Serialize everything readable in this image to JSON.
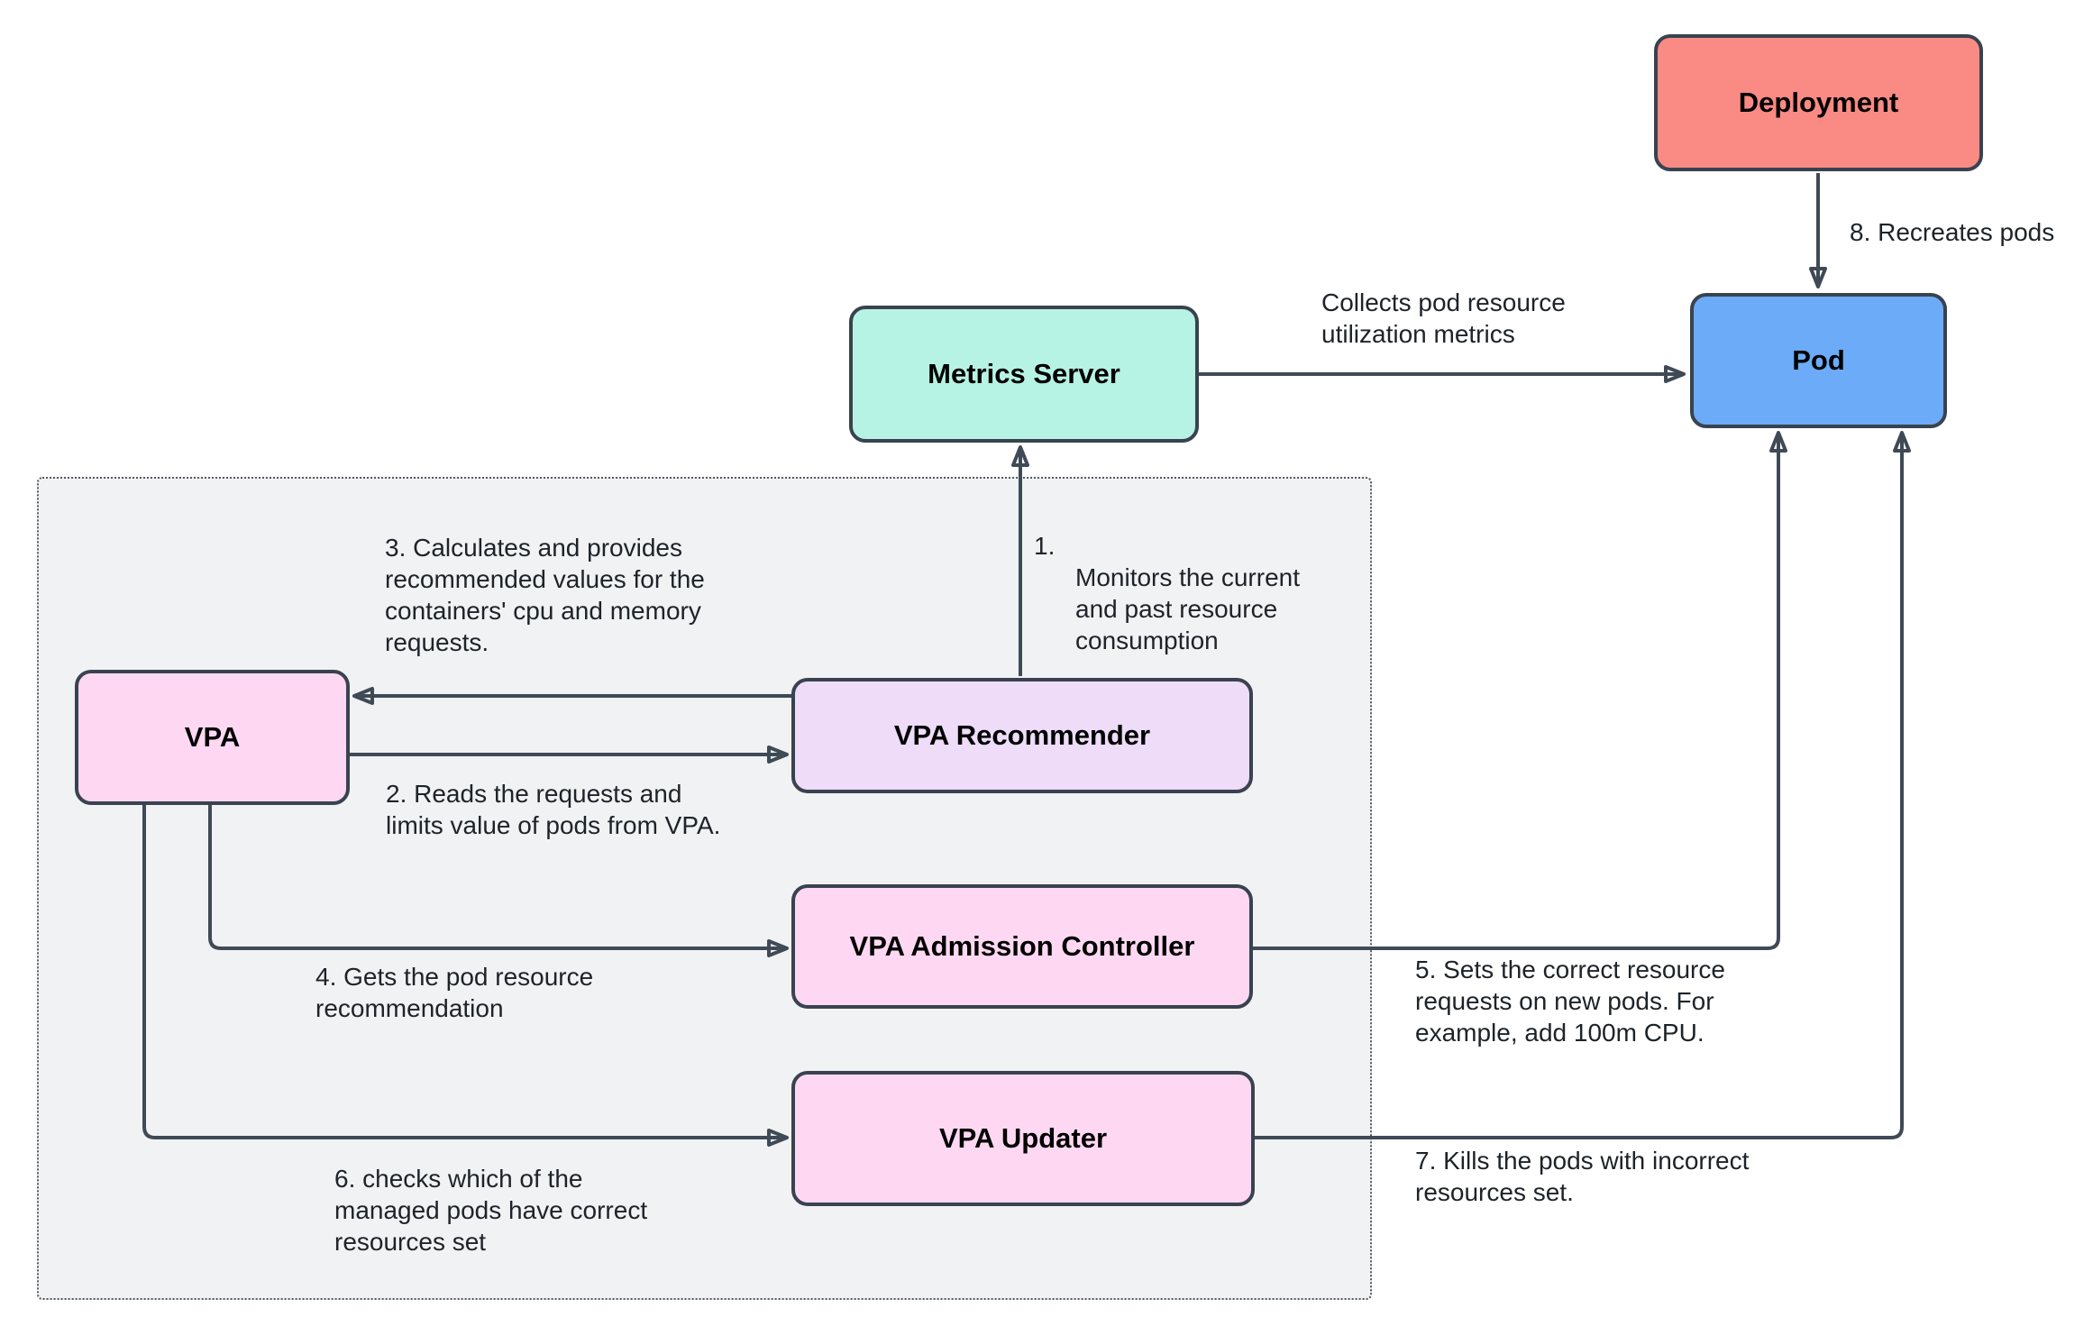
{
  "diagram": {
    "background_color": "#FFFFFF",
    "group_fill_color": "#F1F2F4",
    "stroke_color": "#3F4A56",
    "nodes": {
      "deployment": {
        "label": "Deployment",
        "fill": "#F98A84"
      },
      "pod": {
        "label": "Pod",
        "fill": "#6CABF7"
      },
      "metrics_server": {
        "label": "Metrics Server",
        "fill": "#B7F3E4"
      },
      "vpa": {
        "label": "VPA",
        "fill": "#FED8F3"
      },
      "vpa_recommender": {
        "label": "VPA Recommender",
        "fill": "#EEDCF9"
      },
      "vpa_admission_controller": {
        "label": "VPA Admission Controller",
        "fill": "#FED8F3"
      },
      "vpa_updater": {
        "label": "VPA Updater",
        "fill": "#FED8F3"
      }
    },
    "edge_labels": {
      "collects": {
        "lines": [
          "Collects pod resource",
          "utilization metrics"
        ]
      },
      "step1": {
        "number": "1.",
        "lines": [
          "Monitors the current",
          "and past resource",
          "consumption"
        ]
      },
      "step2": {
        "lines": [
          "2. Reads the requests and",
          "limits value of pods from VPA."
        ]
      },
      "step3": {
        "lines": [
          "3. Calculates and provides",
          "recommended values for the",
          "containers' cpu and memory",
          "requests."
        ]
      },
      "step4": {
        "lines": [
          "4. Gets the pod resource",
          "recommendation"
        ]
      },
      "step5": {
        "lines": [
          "5. Sets the correct resource",
          "requests on new pods. For",
          "example, add 100m CPU."
        ]
      },
      "step6": {
        "lines": [
          "6. checks which of the",
          "managed pods have correct",
          "resources set"
        ]
      },
      "step7": {
        "lines": [
          "7. Kills the pods with incorrect",
          "resources set."
        ]
      },
      "step8": {
        "lines": [
          "8. Recreates pods"
        ]
      }
    }
  }
}
